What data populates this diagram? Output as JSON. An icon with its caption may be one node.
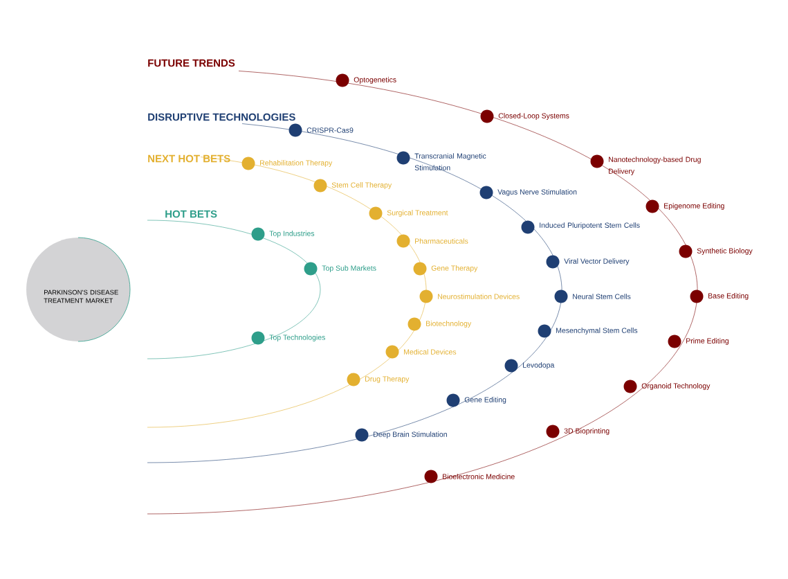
{
  "diagram": {
    "nodes": [
      {
        "text": [
          "PARKINSON’S DISEASE TREATMENT MARKET"
        ]
      },
      {
        "text": [
          "Top Industries"
        ]
      },
      {
        "text": [
          "Top Sub Markets"
        ]
      },
      {
        "text": [
          "Top Technologies"
        ]
      },
      {
        "text": [
          "Rehabilitation Therapy"
        ]
      },
      {
        "text": [
          "Stem Cell Therapy"
        ]
      },
      {
        "text": [
          "Surgical Treatment"
        ]
      },
      {
        "text": [
          "Pharmaceuticals"
        ]
      },
      {
        "text": [
          "Gene Therapy"
        ]
      },
      {
        "text": [
          "Neurostimulation Devices"
        ]
      },
      {
        "text": [
          "Biotechnology"
        ]
      },
      {
        "text": [
          "Medical Devices"
        ]
      },
      {
        "text": [
          "Drug Therapy"
        ]
      },
      {
        "text": [
          "CRISPR-Cas9"
        ]
      },
      {
        "text": [
          "Transcranial Magnetic Stimulation"
        ]
      },
      {
        "text": [
          "Vagus Nerve Stimulation"
        ]
      },
      {
        "text": [
          "Induced Pluripotent Stem Cells"
        ]
      },
      {
        "text": [
          "Viral Vector Delivery"
        ]
      },
      {
        "text": [
          "Neural Stem Cells"
        ]
      },
      {
        "text": [
          "Mesenchymal Stem Cells"
        ]
      },
      {
        "text": [
          "Levodopa"
        ]
      },
      {
        "text": [
          "Gene Editing"
        ]
      },
      {
        "text": [
          "Deep Brain Stimulation"
        ]
      },
      {
        "text": [
          "Optogenetics"
        ]
      },
      {
        "text": [
          "Closed-Loop Systems"
        ]
      },
      {
        "text": [
          "Nanotechnology-based Drug Delivery"
        ]
      },
      {
        "text": [
          "Epigenome Editing"
        ]
      },
      {
        "text": [
          "Synthetic Biology"
        ]
      },
      {
        "text": [
          "Base Editing"
        ]
      },
      {
        "text": [
          "Prime Editing"
        ]
      },
      {
        "text": [
          "Organoid Technology"
        ]
      },
      {
        "text": [
          "3D Bioprinting"
        ]
      },
      {
        "text": [
          "Bioelectronic Medicine"
        ]
      }
    ],
    "labels": [
      "FUTURE TRENDS",
      "DISRUPTIVE TECHNOLOGIES",
      "NEXT HOT BETS",
      "HOT BETS"
    ]
  }
}
